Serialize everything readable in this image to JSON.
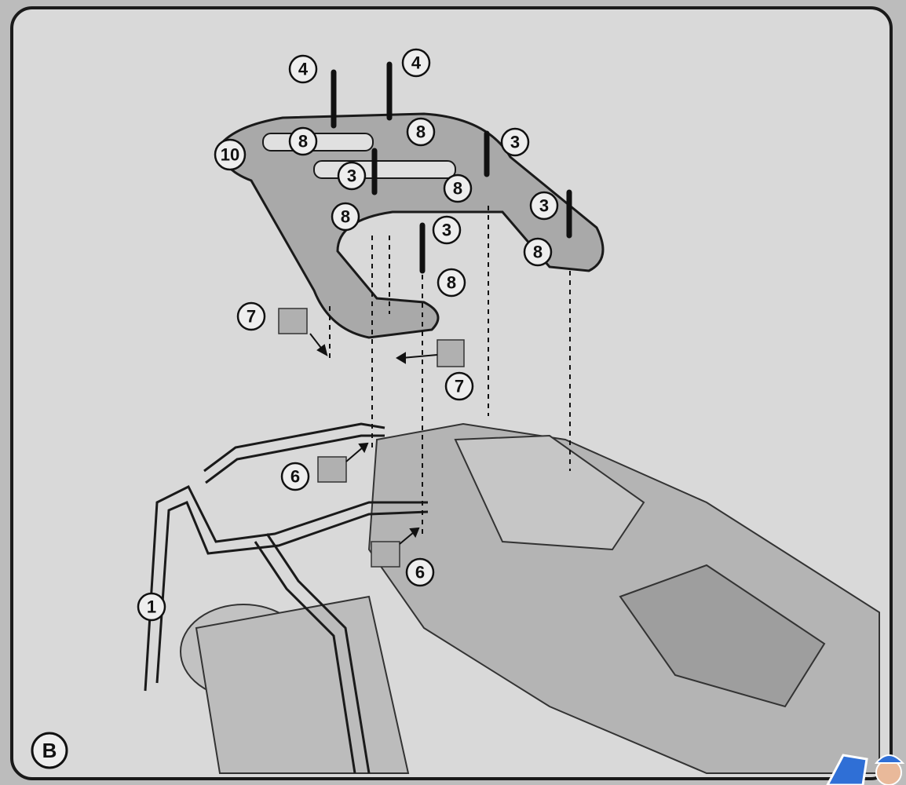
{
  "diagram": {
    "panel_label": "B",
    "callouts": [
      {
        "id": "c1",
        "label": "4"
      },
      {
        "id": "c2",
        "label": "4"
      },
      {
        "id": "c3",
        "label": "8"
      },
      {
        "id": "c4",
        "label": "8"
      },
      {
        "id": "c5",
        "label": "10"
      },
      {
        "id": "c6",
        "label": "3"
      },
      {
        "id": "c7",
        "label": "3"
      },
      {
        "id": "c8",
        "label": "8"
      },
      {
        "id": "c9",
        "label": "3"
      },
      {
        "id": "c10",
        "label": "8"
      },
      {
        "id": "c11",
        "label": "3"
      },
      {
        "id": "c12",
        "label": "8"
      },
      {
        "id": "c13",
        "label": "8"
      },
      {
        "id": "c14",
        "label": "7"
      },
      {
        "id": "c15",
        "label": "7"
      },
      {
        "id": "c16",
        "label": "6"
      },
      {
        "id": "c17",
        "label": "6"
      },
      {
        "id": "c18",
        "label": "1"
      }
    ],
    "colors": {
      "paper": "#d8d8d8",
      "line": "#1a1a1a",
      "part": "#a9a9a9",
      "mascot_blue": "#2f6fd6"
    }
  }
}
